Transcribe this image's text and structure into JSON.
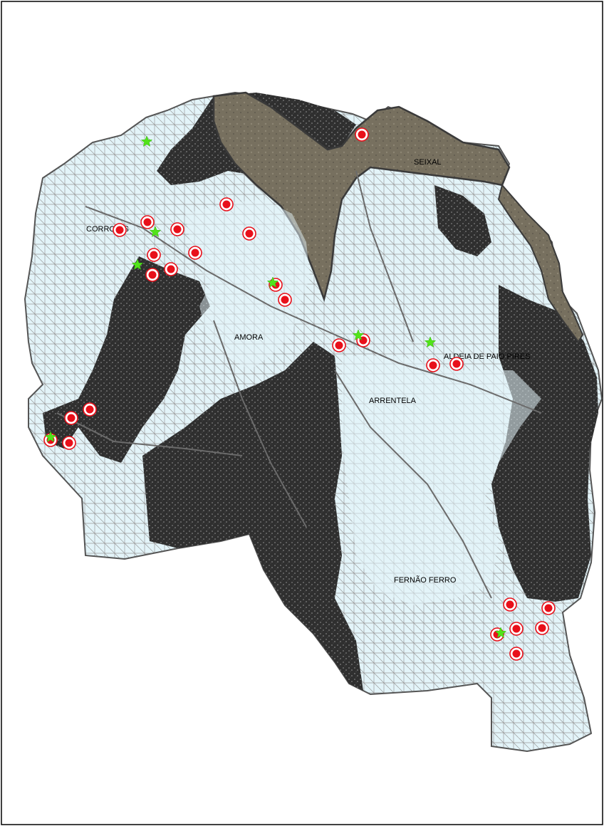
{
  "map": {
    "labels": [
      {
        "id": "label-seixal",
        "text": "SEIXAL"
      },
      {
        "id": "label-corroios",
        "text": "CORROIOS"
      },
      {
        "id": "label-amora",
        "text": "AMORA"
      },
      {
        "id": "label-aldeia",
        "text": "ALDEIA DE PAIO PIRES"
      },
      {
        "id": "label-arrentela",
        "text": "ARRENTELA"
      },
      {
        "id": "label-fernao",
        "text": "FERNÃO FERRO"
      }
    ],
    "colors": {
      "urban_fill": "#e3f4f9",
      "road_lines": "#8c8c8c",
      "aerial_dark": "#2e2e2e",
      "water": "#6f6a60",
      "marker_red": "#e8101a",
      "marker_green": "#52e31a"
    },
    "marker_types": [
      "red-target-marker",
      "green-star-marker"
    ]
  }
}
